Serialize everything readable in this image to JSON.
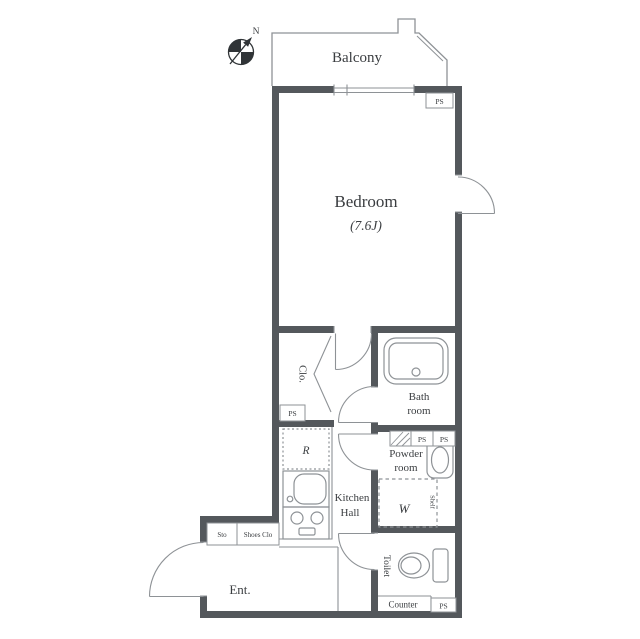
{
  "compass": {
    "north": "N"
  },
  "balcony": {
    "label": "Balcony"
  },
  "bedroom": {
    "label": "Bedroom",
    "size": "(7.6J)"
  },
  "closet": {
    "label": "Clo."
  },
  "bathroom": {
    "line1": "Bath",
    "line2": "room"
  },
  "powder_room": {
    "line1": "Powder",
    "line2": "room"
  },
  "kitchen": {
    "label": "Kitchen",
    "hall": "Hall",
    "fridge": "R"
  },
  "wic": {
    "label": "W",
    "shelf": "Shelf"
  },
  "toilet": {
    "label": "Toilet"
  },
  "counter": {
    "label": "Counter"
  },
  "entrance": {
    "label": "Ent.",
    "storage": "Sto",
    "shoes": "Shoes Clo"
  },
  "pipe_space": {
    "ps1": "PS",
    "ps2": "PS",
    "ps3": "PS",
    "ps4": "PS",
    "ps5": "PS"
  },
  "colors": {
    "wall": "#54585c",
    "line": "#8e9296",
    "text": "#3a3d40",
    "dark": "#303437",
    "background": "#ffffff"
  }
}
